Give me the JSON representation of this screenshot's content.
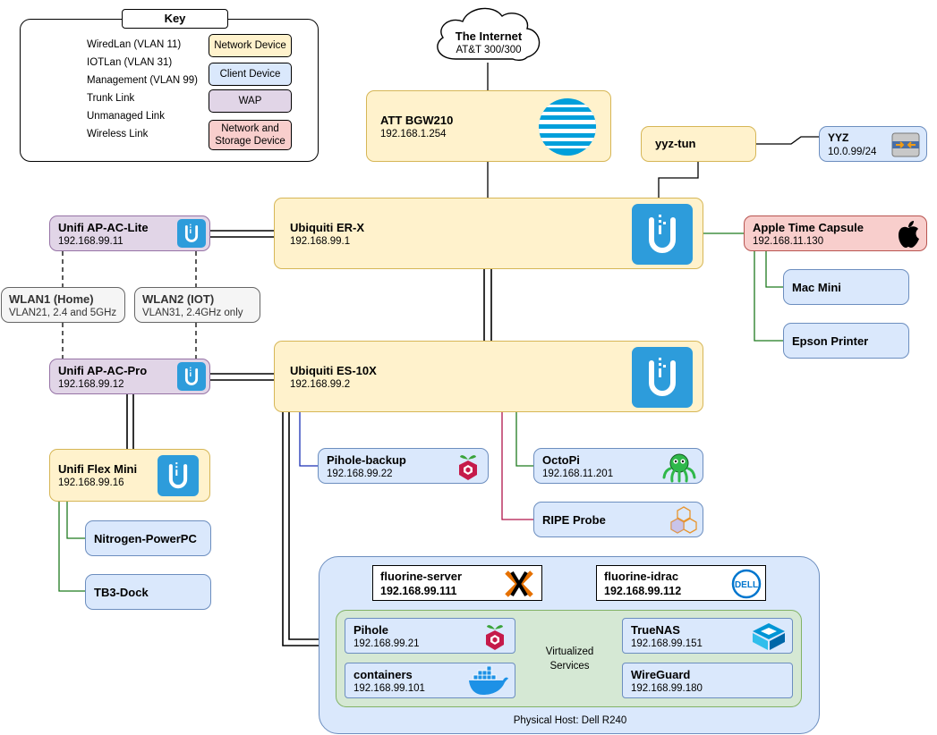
{
  "key": {
    "title": "Key",
    "lines": [
      {
        "label": "WiredLan (VLAN 11)"
      },
      {
        "label": "IOTLan (VLAN 31)"
      },
      {
        "label": "Management (VLAN 99)"
      },
      {
        "label": "Trunk Link"
      },
      {
        "label": "Unmanaged Link"
      },
      {
        "label": "Wireless Link"
      }
    ],
    "swatches": [
      {
        "label": "Network Device"
      },
      {
        "label": "Client Device"
      },
      {
        "label": "WAP"
      },
      {
        "label": "Network and Storage Device"
      }
    ]
  },
  "colors": {
    "wired_lan": "#1f7a1f",
    "iot_lan": "#b0154a",
    "management": "#1a2fb5",
    "network_fill": "#fff2cc",
    "client_fill": "#dae8fc",
    "wap_fill": "#e1d5e7",
    "storage_fill": "#f8cecc",
    "ubiquiti_blue": "#2d9cdb"
  },
  "internet": {
    "name": "The Internet",
    "detail": "AT&T 300/300"
  },
  "att": {
    "name": "ATT BGW210",
    "ip": "192.168.1.254",
    "icon": "att-globe-icon"
  },
  "yyz_tun": {
    "name": "yyz-tun"
  },
  "yyz": {
    "name": "YYZ",
    "ip": "10.0.99/24",
    "icon": "tunnel-icon"
  },
  "erx": {
    "name": "Ubiquiti ER-X",
    "ip": "192.168.99.1",
    "icon": "ubiquiti-logo-icon"
  },
  "es10x": {
    "name": "Ubiquiti ES-10X",
    "ip": "192.168.99.2",
    "icon": "ubiquiti-logo-icon"
  },
  "time_capsule": {
    "name": "Apple Time Capsule",
    "ip": "192.168.11.130",
    "icon": "apple-logo-icon"
  },
  "mac_mini": {
    "name": "Mac Mini"
  },
  "epson": {
    "name": "Epson Printer"
  },
  "ap_lite": {
    "name": "Unifi AP-AC-Lite",
    "ip": "192.168.99.11"
  },
  "ap_pro": {
    "name": "Unifi AP-AC-Pro",
    "ip": "192.168.99.12"
  },
  "wlan1": {
    "name": "WLAN1 (Home)",
    "detail": "VLAN21, 2.4 and 5GHz"
  },
  "wlan2": {
    "name": "WLAN2 (IOT)",
    "detail": "VLAN31, 2.4GHz only"
  },
  "flex_mini": {
    "name": "Unifi Flex Mini",
    "ip": "192.168.99.16"
  },
  "nitrogen": {
    "name": "Nitrogen-PowerPC"
  },
  "tb3": {
    "name": "TB3-Dock"
  },
  "pihole_backup": {
    "name": "Pihole-backup",
    "ip": "192.168.99.22",
    "icon": "raspberry-pi-icon"
  },
  "octopi": {
    "name": "OctoPi",
    "ip": "192.168.11.201",
    "icon": "octopus-icon"
  },
  "ripe": {
    "name": "RIPE Probe",
    "icon": "ripe-cubes-icon"
  },
  "host": {
    "caption": "Physical Host: Dell R240"
  },
  "fluorine_server": {
    "name": "fluorine-server",
    "ip": "192.168.99.111",
    "icon": "proxmox-icon"
  },
  "fluorine_idrac": {
    "name": "fluorine-idrac",
    "ip": "192.168.99.112",
    "icon": "dell-logo-icon"
  },
  "virt": {
    "caption": "Virtualized\nServices"
  },
  "pihole": {
    "name": "Pihole",
    "ip": "192.168.99.21",
    "icon": "raspberry-pi-icon"
  },
  "containers": {
    "name": "containers",
    "ip": "192.168.99.101",
    "icon": "docker-whale-icon"
  },
  "truenas": {
    "name": "TrueNAS",
    "ip": "192.168.99.151",
    "icon": "truenas-icon"
  },
  "wireguard": {
    "name": "WireGuard",
    "ip": "192.168.99.180"
  }
}
